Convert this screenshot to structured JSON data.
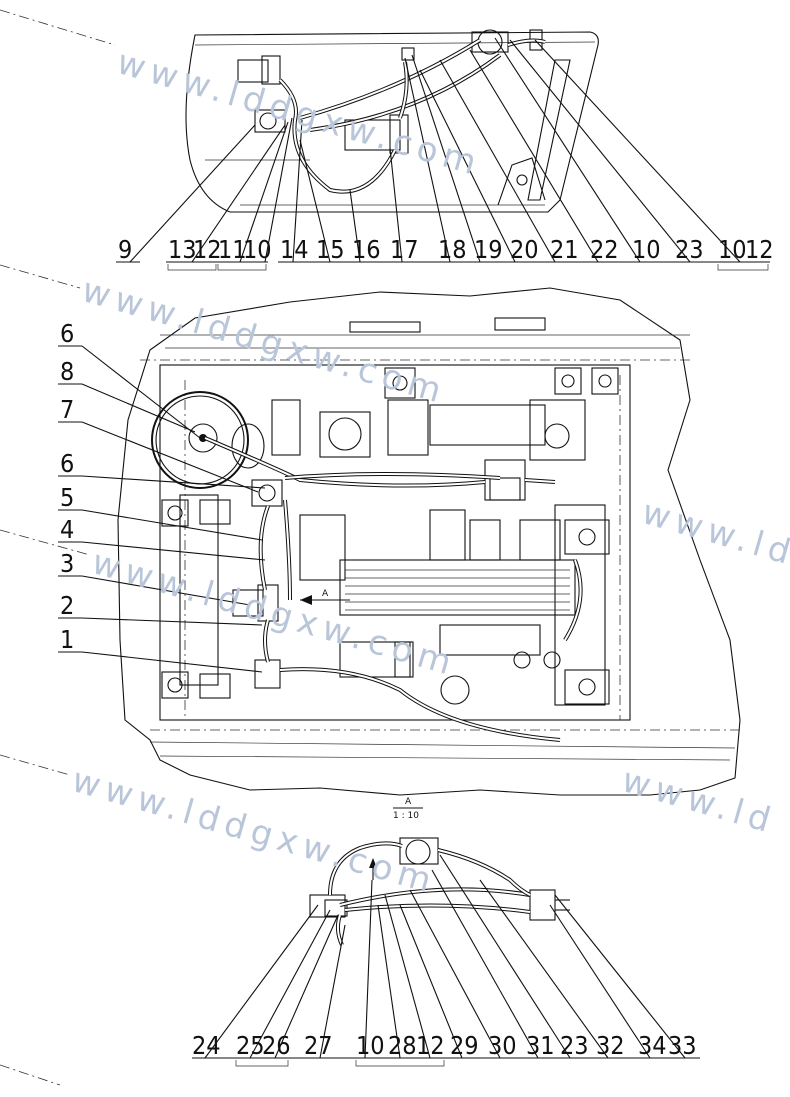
{
  "watermark": {
    "text_1": "www.lddgxw.com",
    "text_2": "www.lddgxw.com",
    "text_3": "www.lddgxw.com",
    "text_4": "www.ldd",
    "text_5": "www.lddgxw.com",
    "text_6": "www.ld"
  },
  "view_top": {
    "callouts": [
      "9",
      "13",
      "12",
      "11",
      "10",
      "14",
      "15",
      "16",
      "17",
      "18",
      "19",
      "20",
      "21",
      "22",
      "10",
      "23",
      "10",
      "12"
    ]
  },
  "view_main": {
    "callouts_left": [
      "6",
      "8",
      "7",
      "6",
      "5",
      "4",
      "3",
      "2",
      "1"
    ],
    "arrow_label": "A"
  },
  "section_label": {
    "letter": "A",
    "scale": "1 : 10"
  },
  "view_bottom": {
    "callouts": [
      "24",
      "25",
      "26",
      "27",
      "10",
      "28",
      "12",
      "29",
      "30",
      "31",
      "23",
      "32",
      "34",
      "33"
    ]
  }
}
